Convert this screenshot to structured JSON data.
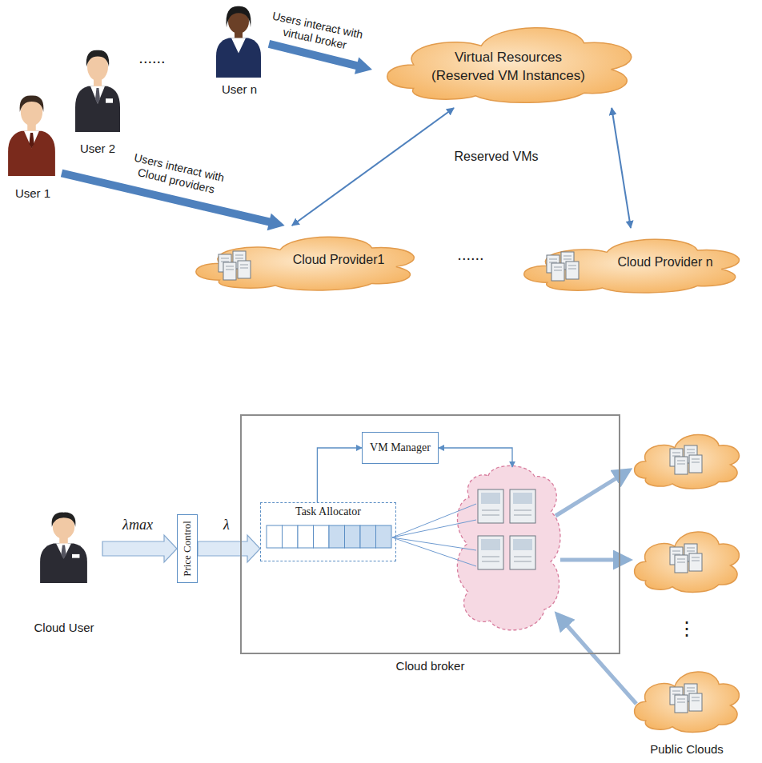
{
  "diagram": {
    "nodes": [
      {
        "text": [
          "User 1"
        ]
      },
      {
        "text": [
          "User 2"
        ]
      },
      {
        "text": [
          "User n"
        ]
      },
      {
        "text": [
          "Virtual Resources",
          "(Reserved VM Instances)"
        ]
      },
      {
        "text": [
          "Cloud Provider1"
        ]
      },
      {
        "text": [
          "Cloud Provider n"
        ]
      },
      {
        "text": [
          "Cloud User"
        ]
      },
      {
        "text": [
          "Price Control"
        ]
      },
      {
        "text": [
          "Cloud broker"
        ]
      },
      {
        "text": [
          "VM Manager"
        ],
        "in": 8
      },
      {
        "text": [
          "Task Allocator"
        ],
        "in": 8
      }
    ],
    "edges": [
      {
        "from": 2,
        "to": 3,
        "label": "Users interact with virtual broker",
        "arrow": "to"
      },
      {
        "from": 0,
        "to": 4,
        "label": "Users interact with Cloud providers",
        "arrow": "to"
      },
      {
        "from": 3,
        "to": 4,
        "arrow": "both"
      },
      {
        "from": 3,
        "to": 5,
        "arrow": "both"
      },
      {
        "from": 6,
        "to": 7,
        "label": "λmax",
        "arrow": "to"
      },
      {
        "from": 7,
        "to": 10,
        "label": "λ",
        "arrow": "to"
      },
      {
        "from": 10,
        "to": 9,
        "arrow": "to"
      }
    ],
    "labels": [
      "......",
      "Reserved VMs",
      "......",
      "⋮",
      "Public Clouds"
    ]
  }
}
